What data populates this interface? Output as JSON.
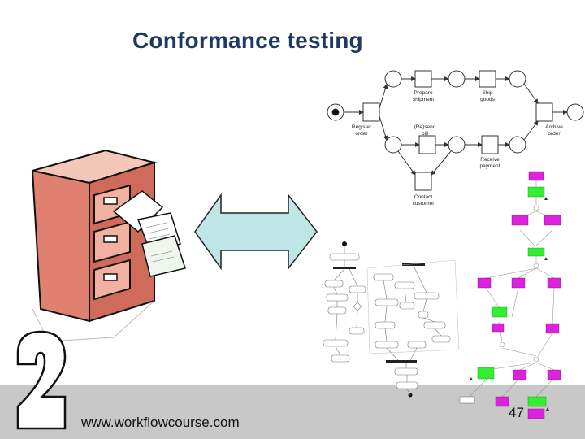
{
  "title": "Conformance testing",
  "footer": {
    "url": "www.workflowcourse.com",
    "page": "47"
  },
  "petri_net": {
    "transitions": [
      {
        "line1": "Prepare",
        "line2": "shipment"
      },
      {
        "line1": "Ship",
        "line2": "goods"
      },
      {
        "line1": "Register",
        "line2": "order"
      },
      {
        "line1": "(Re)send",
        "line2": "bill"
      },
      {
        "line1": "Archive",
        "line2": "order"
      },
      {
        "line1": "Receive",
        "line2": "payment"
      },
      {
        "line1": "Contact",
        "line2": "customer"
      }
    ]
  },
  "chapter_number": "2",
  "colors": {
    "title": "#1f3864",
    "footer": "#c8c8c8",
    "arrow": "#bfe6e6",
    "green": "#33ee33",
    "magenta": "#dd22dd"
  }
}
